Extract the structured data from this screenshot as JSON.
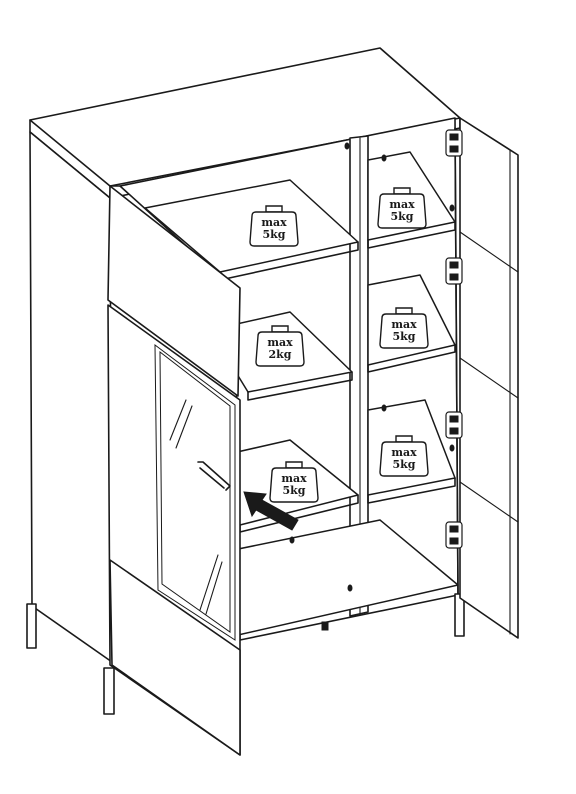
{
  "weight_labels": [
    {
      "line1": "max",
      "line2": "5kg"
    },
    {
      "line1": "max",
      "line2": "5kg"
    },
    {
      "line1": "max",
      "line2": "2kg"
    },
    {
      "line1": "max",
      "line2": "5kg"
    },
    {
      "line1": "max",
      "line2": "5kg"
    },
    {
      "line1": "max",
      "line2": "5kg"
    }
  ],
  "colors": {
    "line": "#1a1a1a",
    "fill": "#ffffff"
  },
  "icons": [
    "weight-icon",
    "arrow-icon",
    "hinge-icon",
    "handle-icon"
  ]
}
